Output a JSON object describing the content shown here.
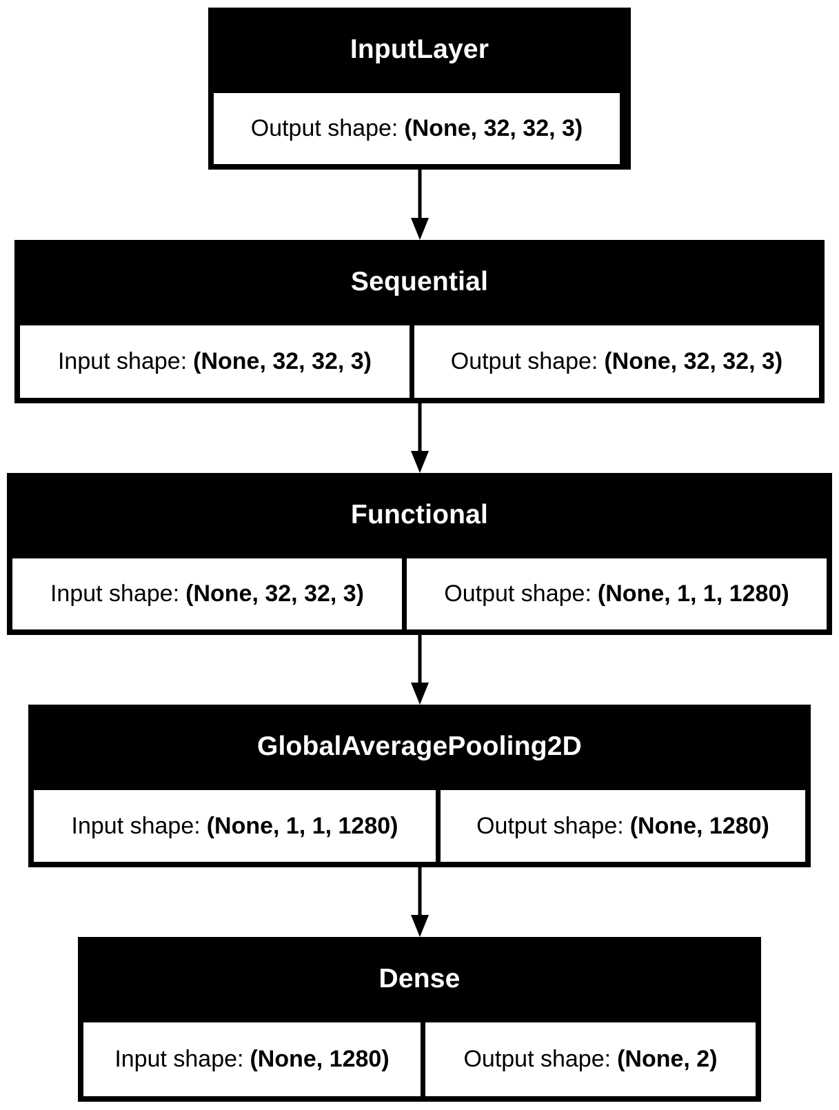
{
  "nodes": [
    {
      "title": "InputLayer",
      "output_label": "Output shape:",
      "output_shape": "(None, 32, 32, 3)"
    },
    {
      "title": "Sequential",
      "input_label": "Input shape:",
      "input_shape": "(None, 32, 32, 3)",
      "output_label": "Output shape:",
      "output_shape": "(None, 32, 32, 3)"
    },
    {
      "title": "Functional",
      "input_label": "Input shape:",
      "input_shape": "(None, 32, 32, 3)",
      "output_label": "Output shape:",
      "output_shape": "(None, 1, 1, 1280)"
    },
    {
      "title": "GlobalAveragePooling2D",
      "input_label": "Input shape:",
      "input_shape": "(None, 1, 1, 1280)",
      "output_label": "Output shape:",
      "output_shape": "(None, 1280)"
    },
    {
      "title": "Dense",
      "input_label": "Input shape:",
      "input_shape": "(None, 1280)",
      "output_label": "Output shape:",
      "output_shape": "(None, 2)"
    }
  ]
}
